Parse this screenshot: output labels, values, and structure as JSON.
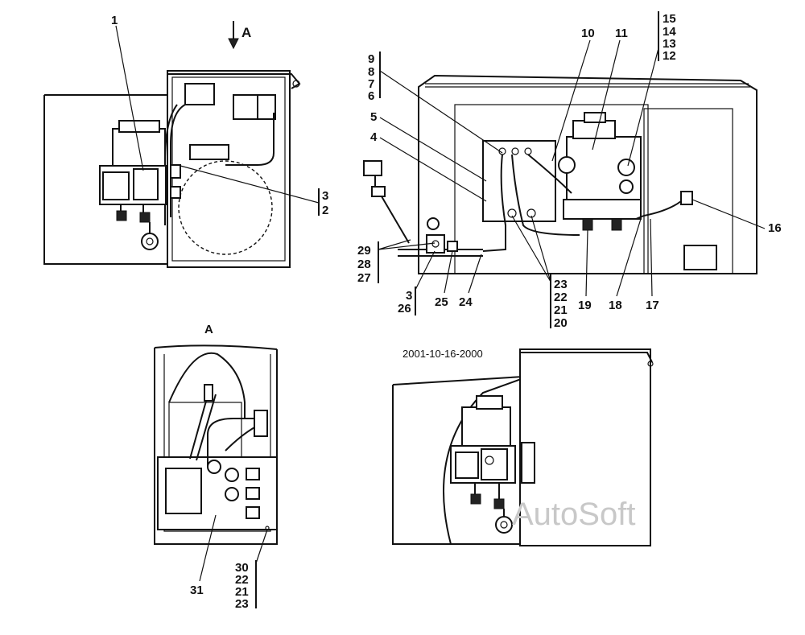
{
  "view_marker": "A",
  "view_title": "A",
  "drawing_code": "2001-10-16-2000",
  "watermark": "AutoSoft",
  "callouts": {
    "c1": "1",
    "c3_2": [
      "3",
      "2"
    ],
    "c9_6": [
      "9",
      "8",
      "7",
      "6"
    ],
    "c5": "5",
    "c4": "4",
    "c10": "10",
    "c11": "11",
    "c15_12": [
      "15",
      "14",
      "13",
      "12"
    ],
    "c16": "16",
    "c29_27": [
      "29",
      "28",
      "27"
    ],
    "c3_26": [
      "3",
      "26"
    ],
    "c25": "25",
    "c24": "24",
    "c23_20": [
      "23",
      "22",
      "21",
      "20"
    ],
    "c19": "19",
    "c18": "18",
    "c17": "17",
    "c31": "31",
    "c30_23": [
      "30",
      "22",
      "21",
      "23"
    ]
  }
}
